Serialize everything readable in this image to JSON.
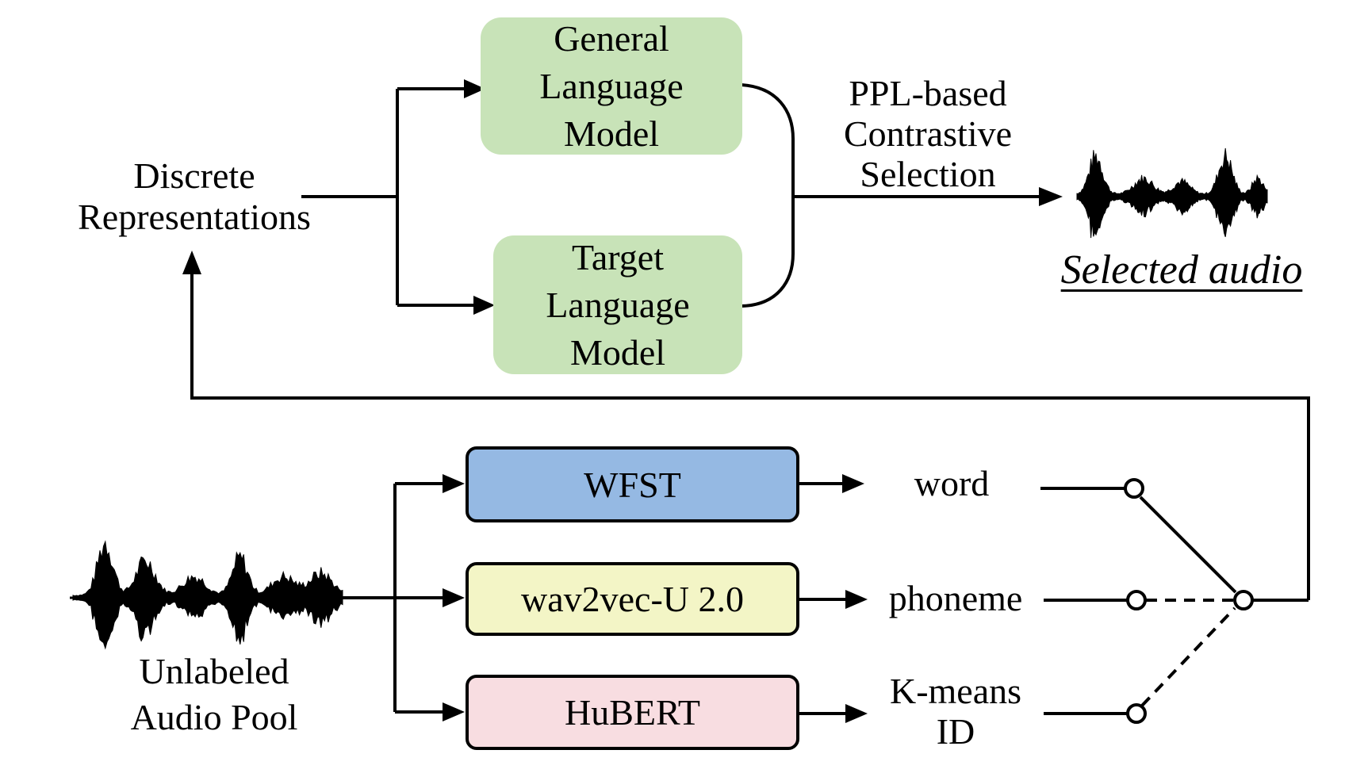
{
  "colors": {
    "lm_fill": "#c8e3b8",
    "wfst_fill": "#95b9e3",
    "wav2vec_fill": "#f3f5c6",
    "hubert_fill": "#f8dde1",
    "stroke": "#000000"
  },
  "top": {
    "input_label": [
      "Discrete",
      "Representations"
    ],
    "general_lm": [
      "General",
      "Language",
      "Model"
    ],
    "target_lm": [
      "Target",
      "Language",
      "Model"
    ],
    "selection_label": [
      "PPL-based",
      "Contrastive",
      "Selection"
    ],
    "output_label": "Selected audio"
  },
  "bottom": {
    "input_label": [
      "Unlabeled",
      "Audio Pool"
    ],
    "encoders": [
      {
        "label": "WFST",
        "output": "word"
      },
      {
        "label": "wav2vec-U 2.0",
        "output": "phoneme"
      },
      {
        "label": "HuBERT",
        "output": "K-means ID"
      }
    ],
    "kmeans_lines": [
      "K-means",
      "ID"
    ]
  },
  "icons": [
    "waveform-icon-selected",
    "waveform-icon-unlabeled",
    "switch-icon"
  ]
}
